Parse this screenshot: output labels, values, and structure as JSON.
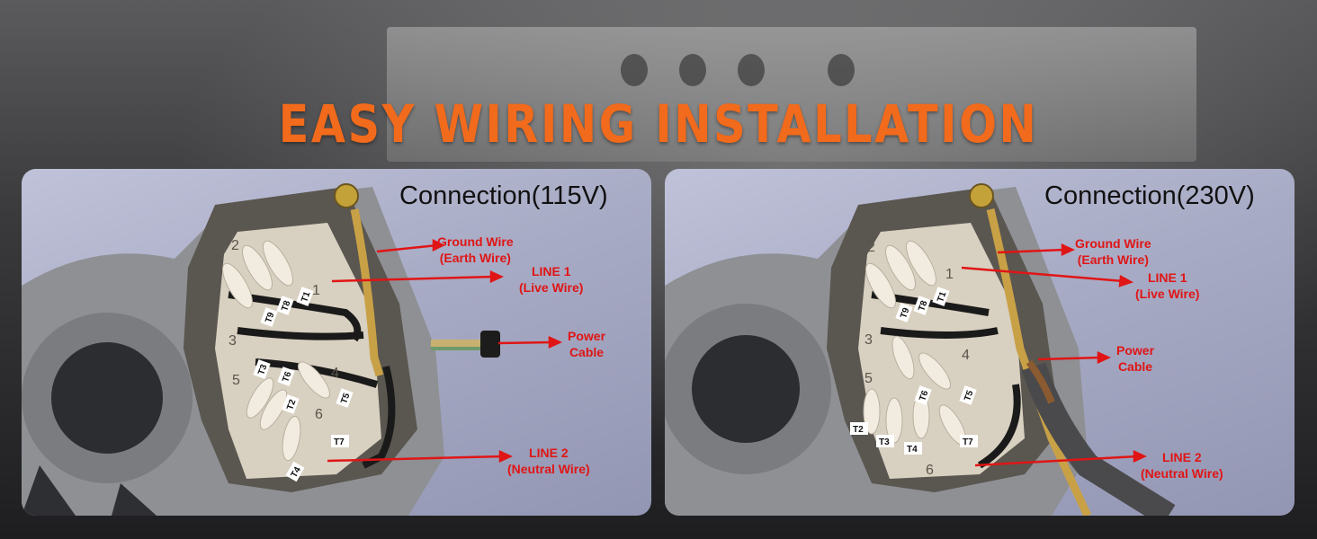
{
  "heading": "EASY WIRING INSTALLATION",
  "panels": [
    {
      "title": "Connection(115V)",
      "labels": {
        "ground": [
          "Ground Wire",
          "(Earth Wire)"
        ],
        "line1": [
          "LINE 1",
          "(Live Wire)"
        ],
        "power": [
          "Power",
          "Cable"
        ],
        "line2": [
          "LINE 2",
          "(Neutral Wire)"
        ]
      },
      "terminals": [
        "T1",
        "T8",
        "T9",
        "T3",
        "T6",
        "T2",
        "T5",
        "T7",
        "T4"
      ],
      "numbers": [
        "1",
        "2",
        "3",
        "4",
        "5",
        "6"
      ]
    },
    {
      "title": "Connection(230V)",
      "labels": {
        "ground": [
          "Ground Wire",
          "(Earth Wire)"
        ],
        "line1": [
          "LINE 1",
          "(Live Wire)"
        ],
        "power": [
          "Power",
          "Cable"
        ],
        "line2": [
          "LINE 2",
          "(Neutral Wire)"
        ]
      },
      "terminals": [
        "T1",
        "T8",
        "T9",
        "T6",
        "T5",
        "T2",
        "T3",
        "T4",
        "T7"
      ],
      "numbers": [
        "1",
        "2",
        "3",
        "4",
        "5",
        "6"
      ]
    }
  ],
  "colors": {
    "accent": "#f26a1b",
    "annotation": "#e01515"
  }
}
